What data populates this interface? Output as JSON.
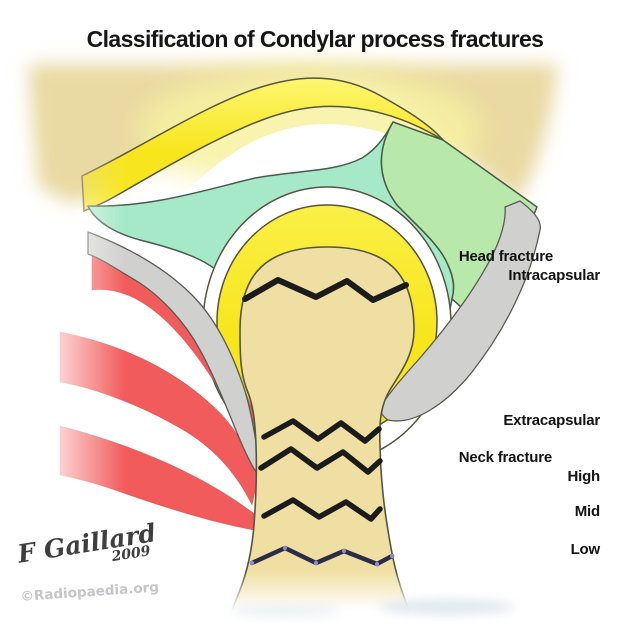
{
  "title": "Classification of Condylar process fractures",
  "labels": {
    "head_fracture": "Head fracture",
    "intracapsular": "Intracapsular",
    "extracapsular": "Extracapsular",
    "neck_fracture": "Neck fracture",
    "high": "High",
    "mid": "Mid",
    "low": "Low"
  },
  "signature": {
    "author": "F Gaillard",
    "year": "2009",
    "site": "©Radiopaedia.org"
  },
  "colors": {
    "skull_bone": "#e9d9a2",
    "condyle_bone": "#f0dfa2",
    "cartilage_yellow": "#f8e824",
    "disc_teal": "#a5e9c8",
    "capsule_green": "#b9e9aa",
    "capsule_gray": "#d0d0cf",
    "muscle_red": "#f25b5b",
    "fracture_black": "#1b1b1b",
    "fracture_low": "#2c2c44",
    "outline": "#4f4f42"
  }
}
